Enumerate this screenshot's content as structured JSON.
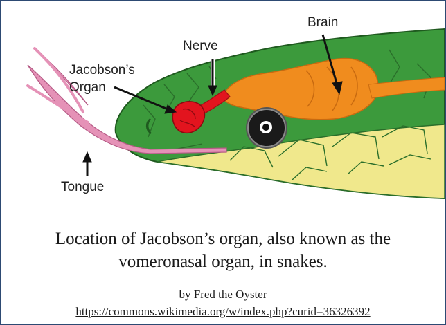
{
  "figure": {
    "labels": {
      "brain": "Brain",
      "nerve": "Nerve",
      "jacobson_line1": "Jacobson’s",
      "jacobson_line2": "Organ",
      "tongue": "Tongue"
    },
    "colors": {
      "head_green": "#3c9a3c",
      "scale_outline": "#2a6e2a",
      "belly_yellow": "#f0e88c",
      "brain_orange": "#f08c1e",
      "organ_red": "#e2141e",
      "tongue_pink": "#e592b7",
      "eye_black": "#111111",
      "frame_border": "#2d4a73"
    }
  },
  "caption": {
    "line1": "Location of Jacobson’s organ, also known as the",
    "line2": "vomeronasal organ, in snakes."
  },
  "credit": {
    "author": "by Fred the Oyster",
    "url": "https://commons.wikimedia.org/w/index.php?curid=36326392"
  }
}
